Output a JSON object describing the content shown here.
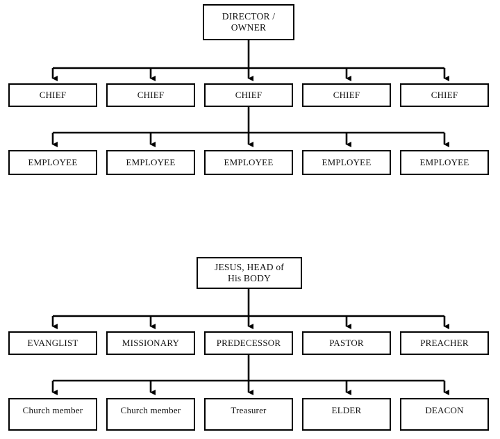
{
  "page": {
    "background_color": "#ffffff",
    "line_color": "#000000",
    "box_border_color": "#000000",
    "text_color": "#111111"
  },
  "chart_data": {
    "type": "diagram",
    "diagram_kind": "organizational-hierarchy",
    "title": "",
    "charts": [
      {
        "id": "organization-hierarchy",
        "root": "DIRECTOR /\nOWNER",
        "levels": [
          {
            "name": "chief-level",
            "nodes": [
              "CHIEF",
              "CHIEF",
              "CHIEF",
              "CHIEF",
              "CHIEF"
            ]
          },
          {
            "name": "employee-level",
            "nodes": [
              "EMPLOYEE",
              "EMPLOYEE",
              "EMPLOYEE",
              "EMPLOYEE",
              "EMPLOYEE"
            ]
          }
        ]
      },
      {
        "id": "church-hierarchy",
        "root": "JESUS, HEAD of\nHis BODY",
        "levels": [
          {
            "name": "ministry-level",
            "nodes": [
              "EVANGLIST",
              "MISSIONARY",
              "PREDECESSOR",
              "PASTOR",
              "PREACHER"
            ]
          },
          {
            "name": "member-level",
            "nodes": [
              "Church member",
              "Church member",
              "Treasurer",
              "ELDER",
              "DEACON"
            ]
          }
        ]
      }
    ]
  },
  "org": {
    "root": {
      "label": "DIRECTOR /\nOWNER"
    },
    "chiefs": [
      {
        "label": "CHIEF"
      },
      {
        "label": "CHIEF"
      },
      {
        "label": "CHIEF"
      },
      {
        "label": "CHIEF"
      },
      {
        "label": "CHIEF"
      }
    ],
    "employees": [
      {
        "label": "EMPLOYEE"
      },
      {
        "label": "EMPLOYEE"
      },
      {
        "label": "EMPLOYEE"
      },
      {
        "label": "EMPLOYEE"
      },
      {
        "label": "EMPLOYEE"
      }
    ]
  },
  "church": {
    "root": {
      "label": "JESUS, HEAD of\nHis BODY"
    },
    "ministries": [
      {
        "label": "EVANGLIST"
      },
      {
        "label": "MISSIONARY"
      },
      {
        "label": "PREDECESSOR"
      },
      {
        "label": "PASTOR"
      },
      {
        "label": "PREACHER"
      }
    ],
    "members": [
      {
        "label": "Church member"
      },
      {
        "label": "Church member"
      },
      {
        "label": "Treasurer"
      },
      {
        "label": "ELDER"
      },
      {
        "label": "DEACON"
      }
    ]
  }
}
